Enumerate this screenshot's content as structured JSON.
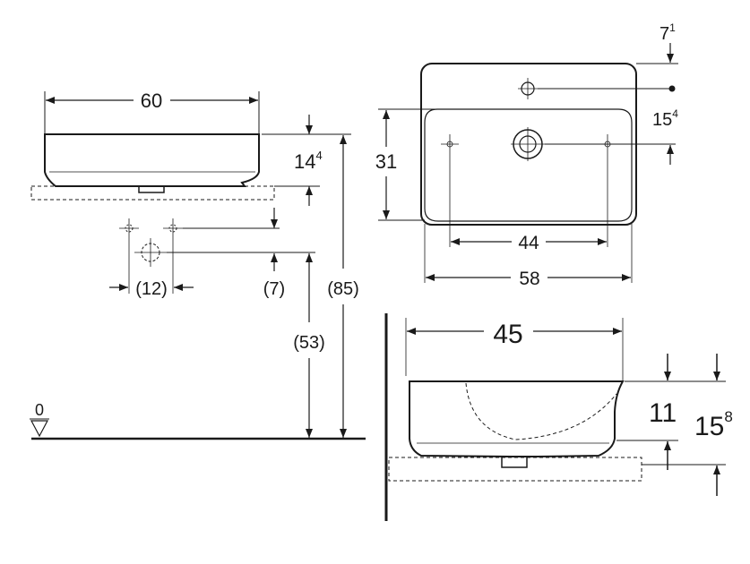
{
  "labels": {
    "front_width": "60",
    "front_height": "14",
    "front_height_sup": "4",
    "total_height": "(85)",
    "mount_height": "(53)",
    "drain_offset_v": "(7)",
    "drain_offset_h": "(12)",
    "floor_level": "0",
    "top_width_outer": "58",
    "top_width_inner": "44",
    "top_depth": "31",
    "tap_offset": "7",
    "tap_offset_sup": "1",
    "tap_depth": "15",
    "tap_depth_sup": "4",
    "side_depth": "45",
    "side_height": "11",
    "side_total": "15",
    "side_total_sup": "8"
  },
  "colors": {
    "line": "#1a1a1a",
    "background": "#ffffff"
  }
}
